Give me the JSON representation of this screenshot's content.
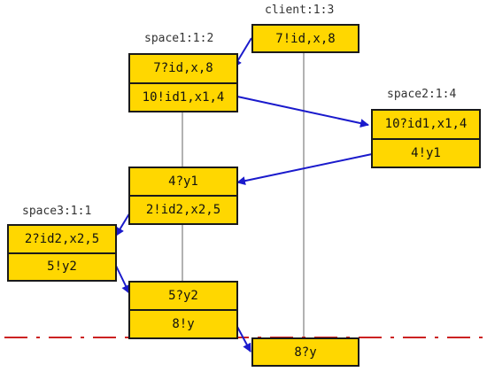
{
  "colors": {
    "box_fill": "#ffd700",
    "arrow": "#1a1acc",
    "lifeline": "#999999",
    "cut": "#cc2222"
  },
  "client": {
    "title": "client:1:3",
    "cells": [
      "7!id,x,8"
    ]
  },
  "space1": {
    "title": "space1:1:2",
    "cells": [
      "7?id,x,8",
      "10!id1,x1,4"
    ]
  },
  "space2": {
    "title": "space2:1:4",
    "cells": [
      "10?id1,x1,4",
      "4!y1"
    ]
  },
  "space1b": {
    "cells": [
      "4?y1",
      "2!id2,x2,5"
    ]
  },
  "space3": {
    "title": "space3:1:1",
    "cells": [
      "2?id2,x2,5",
      "5!y2"
    ]
  },
  "space1c": {
    "cells": [
      "5?y2",
      "8!y"
    ]
  },
  "client_end": {
    "cells": [
      "8?y"
    ]
  }
}
